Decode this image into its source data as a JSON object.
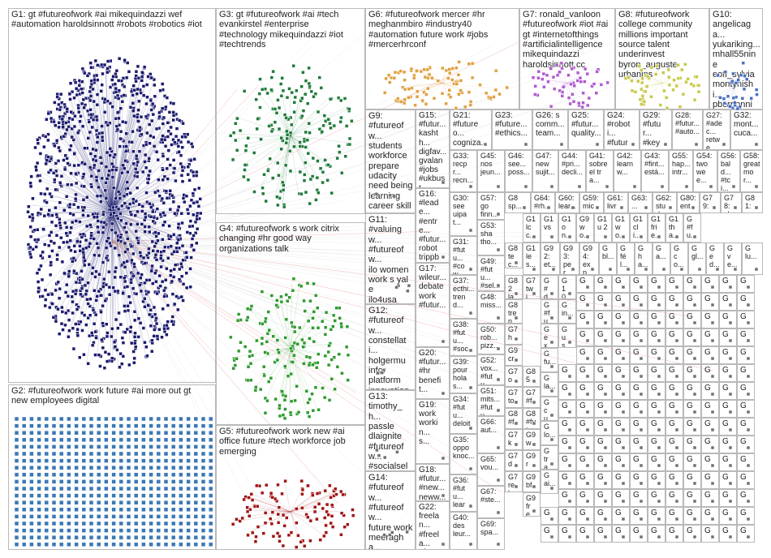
{
  "colors": {
    "border": "#b9b9b9",
    "label": "#222222",
    "edge": "#aaaaaa",
    "edge_highlight": "#e0302a",
    "G1": "#1a1a6e",
    "G2": "#3a78b5",
    "G3": "#1f7a3a",
    "G4": "#2e9a2e",
    "G5": "#a01414",
    "G6": "#e0a040",
    "G7": "#b05ad0",
    "G8": "#c8c84a",
    "G10": "#4a70c0",
    "misc": "#707070"
  },
  "groups": [
    {
      "id": "G1",
      "label": "G1: gt #futureofwork #ai mikequindazzi wef\n#automation haroldsinnott #robots #robotics #iot"
    },
    {
      "id": "G2",
      "label": "G2: #futureofwork work future #ai more out gt\nnew employees digital"
    },
    {
      "id": "G3",
      "label": "G3: gt #futureofwork #ai #tech\nevankirstel #enterprise\n#technology mikequindazzi #iot\n#techtrends"
    },
    {
      "id": "G4",
      "label": "G4: #futureofwork s work citrix\nchanging #hr good way\norganizations talk"
    },
    {
      "id": "G5",
      "label": "G5: #futureofwork work new #ai\noffice future #tech workforce job\nemerging"
    },
    {
      "id": "G6",
      "label": "G6: #futureofwork mercer #hr\nmeghanmbiro #industry40\n#automation future work #jobs\n#mercerhrconf"
    },
    {
      "id": "G7",
      "label": "G7: ronald_vanloon\n#futureofwork #iot #ai\ngt #internetofthings\n#artificialintelligence\nmikequindazzi\nharoldsinnott cc"
    },
    {
      "id": "G8",
      "label": "G8: #futureofwork\ncollege community\nmillions important\nsource talent\nunderinvest\nbyron_auguste\nurbanins"
    },
    {
      "id": "G10",
      "label": "G10:\nangelicaga...\nyukariking...\nmhall55nine\neoff_sylvia\nmontynishi...\npberrionni\nsemicvet50\nbrindusab1..."
    },
    {
      "id": "G9",
      "label": "G9:\n#futureofw...\nstudents\nworkforce\nprepare\nudacity\nneed being\nlearning\ncareer skills"
    },
    {
      "id": "G11",
      "label": "G11:\n#valuingw...\n#futureofw...\nilo women\nwork s yale\nilo4usa\nconference\nlabor"
    },
    {
      "id": "G12",
      "label": "G12:\n#futureofw...\nconstellati...\nholgermu\ninfor\nplatform\ninnovation\nhcm #cio..."
    },
    {
      "id": "G13",
      "label": "G13:\ntimothy_h...\npassle\ndlaignite\n#futureofw...\n#socialsell...\n#digitalsell..."
    },
    {
      "id": "G14",
      "label": "G14:\n#futureofw...\n#futureofw...\nfuture work\nmeeragha...\nietindia\ntheiet..."
    },
    {
      "id": "G15",
      "label": "G15:\n#futur...\nkashth...\ndigfav...\ngvalan\n#jobs\n#ukbust...\n#count..."
    },
    {
      "id": "G16",
      "label": "G16:\n#leade...\n#entre...\n#futur...\nrobot\ntrippbr...\n2morr..."
    },
    {
      "id": "G17",
      "label": "G17:\nwileur...\ndebate\nwork\n#futur..."
    },
    {
      "id": "G18",
      "label": "G18:\n#futur...\n#new...\nneww..."
    },
    {
      "id": "G19",
      "label": "G19:\nwork\nworkin...\ns..."
    },
    {
      "id": "G20",
      "label": "G20:\n#futur...\n#hr\nbenefit..."
    },
    {
      "id": "G21",
      "label": "G21:\n#futureo...\ncogniza..."
    },
    {
      "id": "G22",
      "label": "G22:\nfreelan...\n#freela...\n#futur..."
    },
    {
      "id": "G23",
      "label": "G23:\n#future...\n#ethics..."
    },
    {
      "id": "G24",
      "label": "G24:\n#roboti...\n#future..."
    },
    {
      "id": "G25",
      "label": "G25:\n#futur...\nquality..."
    },
    {
      "id": "G26",
      "label": "G26: s\ncomm...\nteam..."
    },
    {
      "id": "G27",
      "label": "G27:\n#adec...\nretwe..."
    },
    {
      "id": "G28",
      "label": "G28:\n#futur...\n#auto..."
    },
    {
      "id": "G29",
      "label": "G29:\n#futur...\n#keyn..."
    },
    {
      "id": "G30",
      "label": "G30:\nsee\nuipat..."
    },
    {
      "id": "G31",
      "label": "G31:\n#futu...\n#cow..."
    },
    {
      "id": "G32",
      "label": "G32:\nmont...\ncuca..."
    },
    {
      "id": "G33",
      "label": "G33:\nrecpr...\nrecn..."
    },
    {
      "id": "G34",
      "label": "G34:\n#futu...\ndeloit"
    },
    {
      "id": "G35",
      "label": "G35:\noppo\nknoc..."
    },
    {
      "id": "G36",
      "label": "G36:\n#futu...\nlearn..."
    },
    {
      "id": "G37",
      "label": "G37:\necthi...\ntrend..."
    },
    {
      "id": "G38",
      "label": "G38:\n#futu...\n#soci..."
    },
    {
      "id": "G39",
      "label": "G39:\npour\nholas..."
    },
    {
      "id": "G40",
      "label": "G40:\ndes\nleur..."
    },
    {
      "id": "G41",
      "label": "G41:\nsobre\nel tra..."
    },
    {
      "id": "G42",
      "label": "G42:\nlearn\nw..."
    },
    {
      "id": "G43",
      "label": "G43:\n#fint...\nestá..."
    },
    {
      "id": "G44",
      "label": "G44:\n#pri...\ndecli..."
    },
    {
      "id": "G45",
      "label": "G45:\nnos\njeun..."
    },
    {
      "id": "G46",
      "label": "G46:\nsee...\nposs..."
    },
    {
      "id": "G47",
      "label": "G47:\nnew\nsujit..."
    },
    {
      "id": "G48",
      "label": "G48:\nmiss..."
    },
    {
      "id": "G49",
      "label": "G49:\n#futu...\n#sel..."
    },
    {
      "id": "G50",
      "label": "G50:\nrob...\npizz..."
    },
    {
      "id": "G51",
      "label": "G51:\nmits...\n#futu..."
    },
    {
      "id": "G52",
      "label": "G52:\nvox...\n#futu..."
    },
    {
      "id": "G53",
      "label": "G53:\nsha\ntho..."
    },
    {
      "id": "G54",
      "label": "G54:\ntwo\nwee..."
    },
    {
      "id": "G55",
      "label": "G55:\nhap...\nintr..."
    },
    {
      "id": "G56",
      "label": "G56:\nbald...\n#tci..."
    },
    {
      "id": "G57",
      "label": "G57:\ngo\nfinn..."
    },
    {
      "id": "G58",
      "label": "G58:\ngreat\nmor..."
    },
    {
      "id": "G59",
      "label": "G59:\nmicr..."
    },
    {
      "id": "G60",
      "label": "G60:\nlear..."
    },
    {
      "id": "G61",
      "label": "G61:\nlivre..."
    },
    {
      "id": "G62",
      "label": "G62:\nstud..."
    },
    {
      "id": "G63",
      "label": "G63:\n..."
    },
    {
      "id": "G64",
      "label": "G64:\n#rh..."
    },
    {
      "id": "G65",
      "label": "G65:\nvou..."
    },
    {
      "id": "G66",
      "label": "G66:\naut..."
    },
    {
      "id": "G67",
      "label": "G67:\n#ste..."
    },
    {
      "id": "G68",
      "label": "G68:\n#futu...\n#sol..."
    },
    {
      "id": "G69",
      "label": "G69:\nspa..."
    },
    {
      "id": "G78",
      "label": "G78:\nclo..."
    },
    {
      "id": "G79",
      "label": "G79:\nre..."
    },
    {
      "id": "G80",
      "label": "G80:\nentr..."
    },
    {
      "id": "G81",
      "label": "G81:\nrem..."
    },
    {
      "id": "G82",
      "label": "G82\nlav..."
    },
    {
      "id": "G83",
      "label": "G8\nsp..."
    },
    {
      "id": "G84",
      "label": "G8\ntec..."
    },
    {
      "id": "G85",
      "label": "G85\n..."
    },
    {
      "id": "G92",
      "label": "G92:\net..."
    },
    {
      "id": "G93",
      "label": "G93:\nper..."
    },
    {
      "id": "G94",
      "label": "G94:\nexp..."
    },
    {
      "id": "Gm1",
      "label": "G7\nho..."
    },
    {
      "id": "Gm2",
      "label": "G7\non..."
    },
    {
      "id": "Gm3",
      "label": "G7\ntop..."
    },
    {
      "id": "Gm4",
      "label": "G7\nku..."
    },
    {
      "id": "Gm5",
      "label": "G7\nde..."
    },
    {
      "id": "Gm6",
      "label": "G7\nrel..."
    },
    {
      "id": "Gm7",
      "label": "G7\ntwi..."
    },
    {
      "id": "Gm8",
      "label": "G9\nre..."
    },
    {
      "id": "Gm9",
      "label": "G9\nbfa..."
    },
    {
      "id": "Gm10",
      "label": "G9\nfre..."
    },
    {
      "id": "Gm11",
      "label": "G9\nwo..."
    },
    {
      "id": "Gm12",
      "label": "G8\n#fu..."
    },
    {
      "id": "Gm13",
      "label": "G8\n#fut..."
    },
    {
      "id": "Gm14",
      "label": "G7\n#fu..."
    },
    {
      "id": "Gm15",
      "label": "G9\ncre..."
    },
    {
      "id": "Gm16",
      "label": "G8\ntren...\nartic..."
    },
    {
      "id": "Gm17",
      "label": "G1\nlcc..."
    },
    {
      "id": "Gm18",
      "label": "G1\nvs"
    },
    {
      "id": "Gm19",
      "label": "G1\non..."
    },
    {
      "id": "Gm20",
      "label": "G9\nwo..."
    },
    {
      "id": "Gm21",
      "label": "G1\nu 2"
    },
    {
      "id": "Gm22",
      "label": "G1\nwo..."
    },
    {
      "id": "Gm23",
      "label": "G1\ncli..."
    },
    {
      "id": "Gm24",
      "label": "G1\nfrie..."
    },
    {
      "id": "Gm25",
      "label": "G1\ntha..."
    },
    {
      "id": "Gm26",
      "label": "G\n#fu..."
    },
    {
      "id": "Gm27",
      "label": "G1\nles..."
    },
    {
      "id": "Gm28",
      "label": "G\nbl..."
    },
    {
      "id": "Gm29",
      "label": "G\nfél..."
    },
    {
      "id": "Gm30",
      "label": "G\nha..."
    },
    {
      "id": "Gm31",
      "label": "G\na..."
    },
    {
      "id": "Gm32",
      "label": "G\nco..."
    },
    {
      "id": "Gm33",
      "label": "G\ngl..."
    },
    {
      "id": "Gm34",
      "label": "G\ned..."
    },
    {
      "id": "Gm35",
      "label": "G\nve..."
    },
    {
      "id": "Gm36",
      "label": "G\nlu..."
    },
    {
      "id": "Gm37",
      "label": "G\n#d..."
    },
    {
      "id": "Gm38",
      "label": "G\n#fu..."
    },
    {
      "id": "Gm39",
      "label": "G\nex..."
    },
    {
      "id": "Gm40",
      "label": "G\nfu..."
    },
    {
      "id": "Gm41",
      "label": "G\nla..."
    },
    {
      "id": "Gm42",
      "label": "G\ncu..."
    },
    {
      "id": "Gm43",
      "label": "G\nlo..."
    },
    {
      "id": "Gm44",
      "label": "G\ntra..."
    },
    {
      "id": "Gm45",
      "label": "G\nai..."
    },
    {
      "id": "Gm46",
      "label": "G\n10..."
    },
    {
      "id": "Gm47",
      "label": "G\nin..."
    },
    {
      "id": "Gm48",
      "label": "G\nus..."
    }
  ],
  "small_cell_label": "G"
}
